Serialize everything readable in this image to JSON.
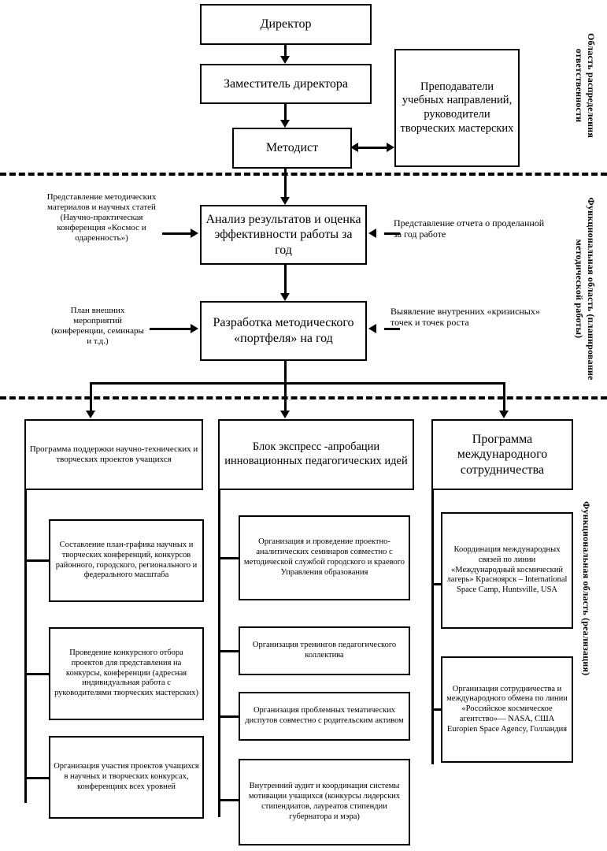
{
  "diagram": {
    "sections": [
      {
        "id": "responsibility",
        "caption": "Область распределения ответственности"
      },
      {
        "id": "planning",
        "caption": "Функциональная область (планирование методической работы)"
      },
      {
        "id": "realization",
        "caption": "Функциональная область (реализация)"
      }
    ]
  },
  "level1": {
    "director": "Директор",
    "deputy": "Заместитель директора",
    "methodist": "Методист",
    "teachers": "Преподаватели учебных направлений, руководители творческих мастерских"
  },
  "level2": {
    "analysis_box": "Анализ результатов и оценка эффективности работы за год",
    "analysis_left_note": "Представление методических материалов и научных статей (Научно-практическая конференция «Космос и одаренность»)",
    "analysis_right_note": "Представление отчета о проделанной за год работе",
    "portfolio_box": "Разработка методического «портфеля» на год",
    "portfolio_left_note": "План внешних мероприятий (конференции, семинары и т.д.)",
    "portfolio_right_note": "Выявление внутренних «кризисных» точек и точек роста"
  },
  "level3": {
    "columns": [
      {
        "id": "column-support-program",
        "header": "Программа поддержки научно-технических и творческих проектов учащихся",
        "items": [
          "Составление план-графика научных и творческих конференций, конкурсов районного, городского, регионального и федерального масштаба",
          "Проведение конкурсного отбора проектов для представления на конкурсы, конференции (адресная индивидуальная работа с руководителями творческих мастерских)",
          "Организация участия проектов учащихся  в научных и творческих конкурсах, конференциях всех уровней"
        ]
      },
      {
        "id": "column-express-approbation",
        "header": "Блок экспресс -апробации инновационных педагогических идей",
        "items": [
          "Организация и проведение проектно-аналитических семинаров совместно с методической службой городского и краевого Управления образования",
          "Организация тренингов педагогического коллектива",
          "Организация проблемных тематических диспутов совместно с родительским активом",
          "Внутренний аудит и координация системы мотивации учащихся (конкурсы лидерских стипендиатов, лауреатов стипендии губернатора и мэра)"
        ]
      },
      {
        "id": "column-international-program",
        "header": "Программа международного сотрудничества",
        "items": [
          "Координация международных связей по линии «Международный космический лагерь» Красноярск – International Space Camp, Huntsville, USA",
          "Организация сотрудничества и международного обмена по линии «Российское космическое агентство»— NASA, США    Europien Space Agency, Голландия"
        ]
      }
    ]
  }
}
